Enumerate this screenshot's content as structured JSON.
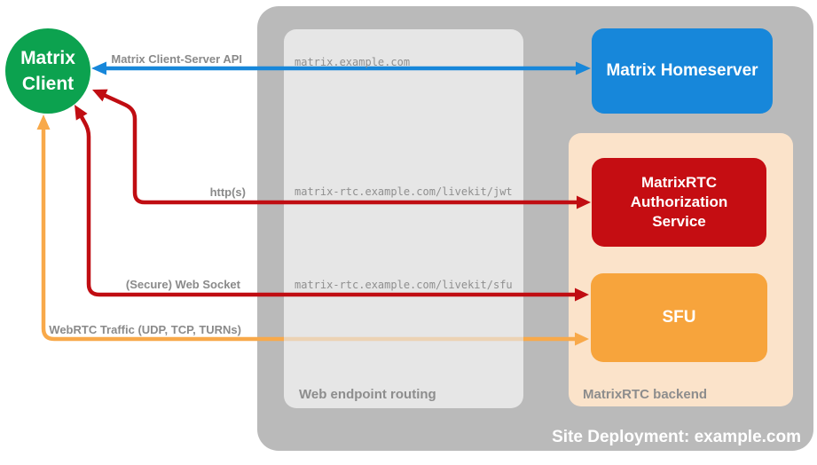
{
  "nodes": {
    "client": {
      "line1": "Matrix",
      "line2": "Client"
    },
    "homeserver": {
      "label": "Matrix Homeserver"
    },
    "auth_service": {
      "line1": "MatrixRTC",
      "line2": "Authorization",
      "line3": "Service"
    },
    "sfu": {
      "label": "SFU"
    }
  },
  "containers": {
    "site": {
      "label": "Site Deployment: example.com"
    },
    "routing": {
      "label": "Web endpoint routing"
    },
    "backend": {
      "label": "MatrixRTC backend"
    }
  },
  "endpoints": {
    "homeserver_url": "matrix.example.com",
    "jwt_url": "matrix-rtc.example.com/livekit/jwt",
    "sfu_url": "matrix-rtc.example.com/livekit/sfu"
  },
  "arrows": {
    "cs_api": "Matrix Client-Server API",
    "https": "http(s)",
    "websocket": "(Secure) Web Socket",
    "webrtc": "WebRTC Traffic (UDP, TCP, TURNs)"
  },
  "colors": {
    "client_green": "#0ca24f",
    "homeserver_blue": "#1787da",
    "auth_red": "#c50d12",
    "arrow_red": "#c00d12",
    "sfu_orange": "#f7a43c",
    "arrow_orange": "#f8a94a",
    "backend_peach": "#fbe3ca",
    "site_gray": "#bababa",
    "routing_gray": "#e6e6e6"
  }
}
